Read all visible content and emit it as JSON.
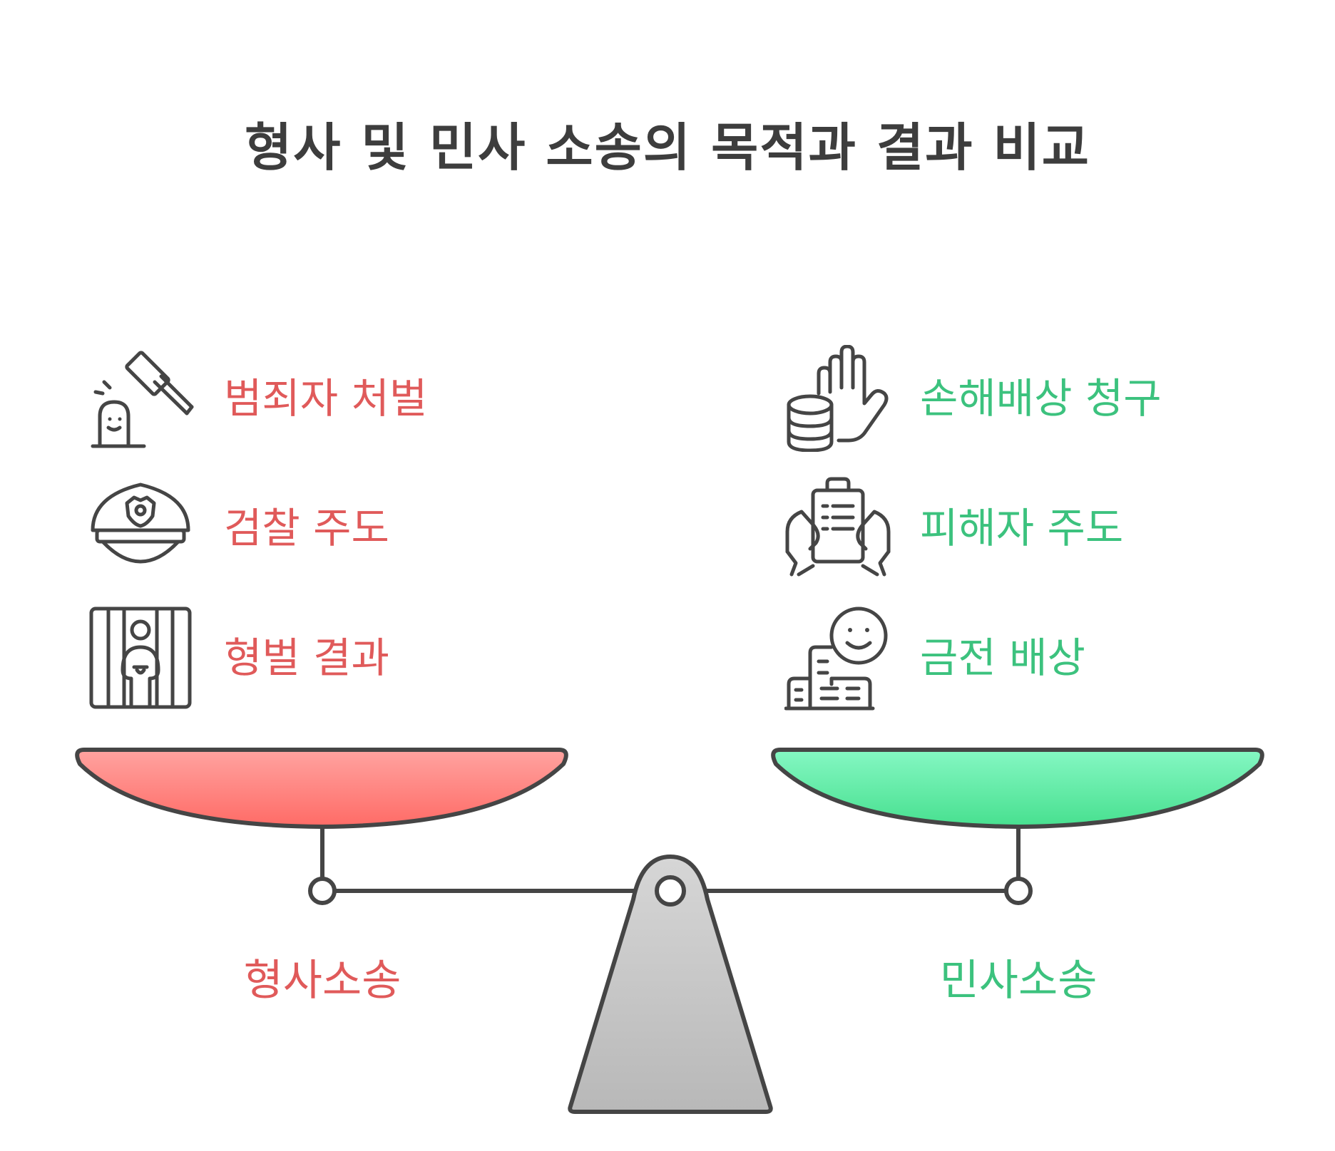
{
  "title": "형사 및 민사 소송의 목적과 결과 비교",
  "colors": {
    "criminal_text": "#e05a5a",
    "civil_text": "#3cc27e",
    "outline": "#454545",
    "title_text": "#3d3d3d"
  },
  "criminal": {
    "label": "형사소송",
    "items": [
      {
        "icon": "gavel-icon",
        "text": "범죄자 처벌"
      },
      {
        "icon": "police-hat-icon",
        "text": "검찰 주도"
      },
      {
        "icon": "prisoner-behind-bars-icon",
        "text": "형벌 결과"
      }
    ]
  },
  "civil": {
    "label": "민사소송",
    "items": [
      {
        "icon": "coins-and-hand-icon",
        "text": "손해배상 청구"
      },
      {
        "icon": "hands-holding-document-icon",
        "text": "피해자 주도"
      },
      {
        "icon": "smiling-face-over-city-icon",
        "text": "금전 배상"
      }
    ]
  }
}
